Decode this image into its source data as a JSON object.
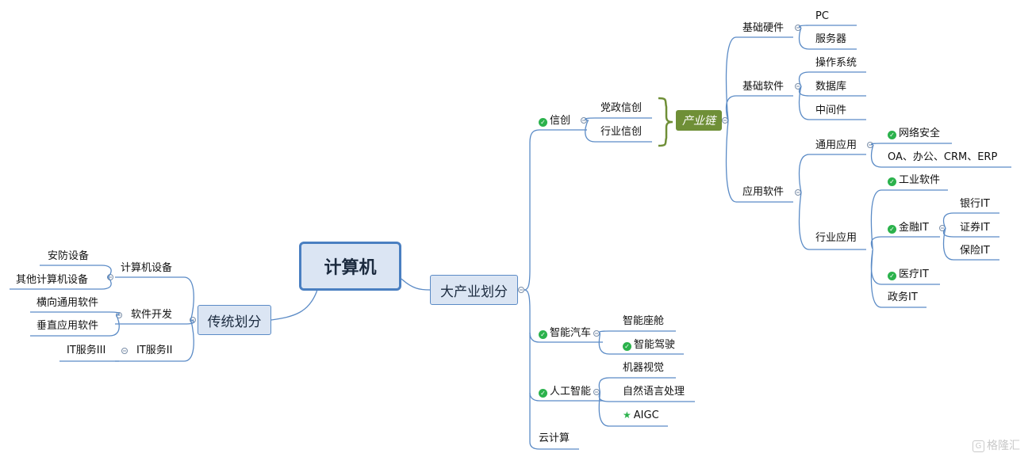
{
  "root": {
    "label": "计算机"
  },
  "traditional": {
    "label": "传统划分",
    "computer_equipment": {
      "label": "计算机设备",
      "children": [
        "安防设备",
        "其他计算机设备"
      ]
    },
    "software_dev": {
      "label": "软件开发",
      "children": [
        "横向通用软件",
        "垂直应用软件"
      ]
    },
    "it_service": {
      "label": "IT服务II",
      "children": [
        "IT服务III"
      ]
    }
  },
  "industry": {
    "label": "大产业划分",
    "xinchuang": {
      "label": "信创",
      "children": [
        "党政信创",
        "行业信创"
      ],
      "chain_tag": "产业链",
      "chain": {
        "hardware": {
          "label": "基础硬件",
          "children": [
            "PC",
            "服务器"
          ]
        },
        "software": {
          "label": "基础软件",
          "children": [
            "操作系统",
            "数据库",
            "中间件"
          ]
        },
        "apps": {
          "label": "应用软件",
          "general": {
            "label": "通用应用",
            "children": [
              "网络安全",
              "OA、办公、CRM、ERP"
            ]
          },
          "vertical": {
            "label": "行业应用",
            "industrial": "工业软件",
            "finance": {
              "label": "金融IT",
              "children": [
                "银行IT",
                "证券IT",
                "保险IT"
              ]
            },
            "medical": "医疗IT",
            "gov": "政务IT"
          }
        }
      }
    },
    "auto": {
      "label": "智能汽车",
      "children": [
        "智能座舱",
        "智能驾驶"
      ]
    },
    "ai": {
      "label": "人工智能",
      "children": [
        "机器视觉",
        "自然语言处理",
        "AIGC"
      ]
    },
    "cloud": {
      "label": "云计算"
    }
  },
  "watermark": {
    "glyph": "G",
    "text": "格隆汇"
  },
  "colors": {
    "line": "#5b8bc6",
    "node_fill": "#dbe5f3",
    "check": "#2bb24c",
    "tag": "#6f8f37"
  }
}
